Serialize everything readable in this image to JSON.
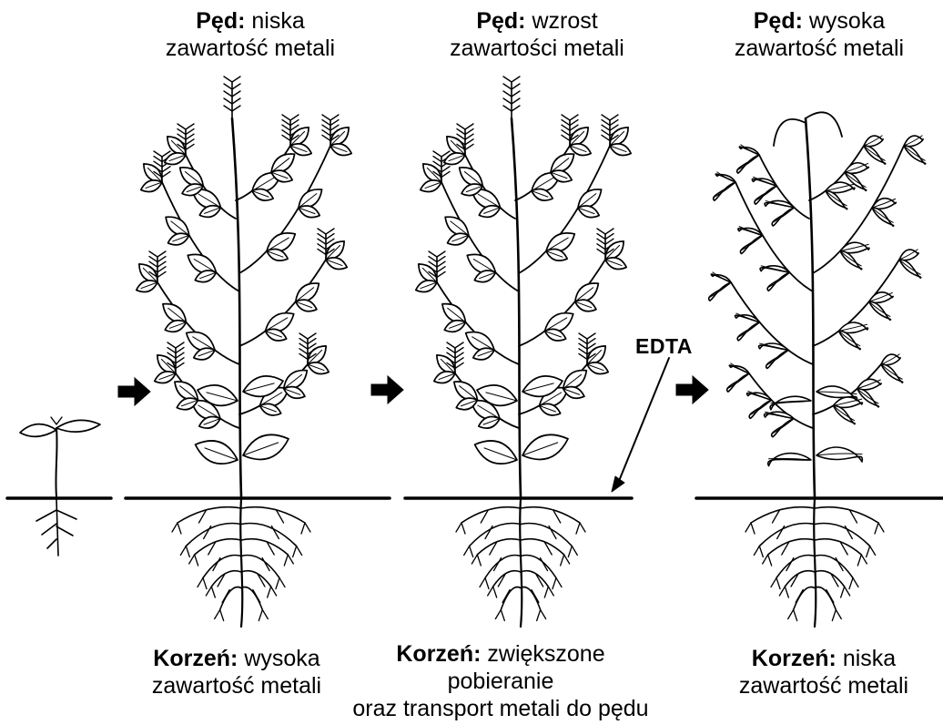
{
  "top_labels": [
    {
      "bold": "Pęd:",
      "line1_rest": "niska",
      "line2": "zawartość metali"
    },
    {
      "bold": "Pęd:",
      "line1_rest": "wzrost",
      "line2": "zawartości metali"
    },
    {
      "bold": "Pęd:",
      "line1_rest": "wysoka",
      "line2": "zawartość metali"
    }
  ],
  "bottom_labels": [
    {
      "bold": "Korzeń:",
      "line1_rest": "wysoka",
      "line2": "zawartość metali",
      "line3": ""
    },
    {
      "bold": "Korzeń:",
      "line1_rest": "zwiększone",
      "line2": "pobieranie",
      "line3": "oraz transport metali do pędu"
    },
    {
      "bold": "Korzeń:",
      "line1_rest": "niska",
      "line2": "zawartość metali",
      "line3": ""
    }
  ],
  "edta_label": "EDTA"
}
